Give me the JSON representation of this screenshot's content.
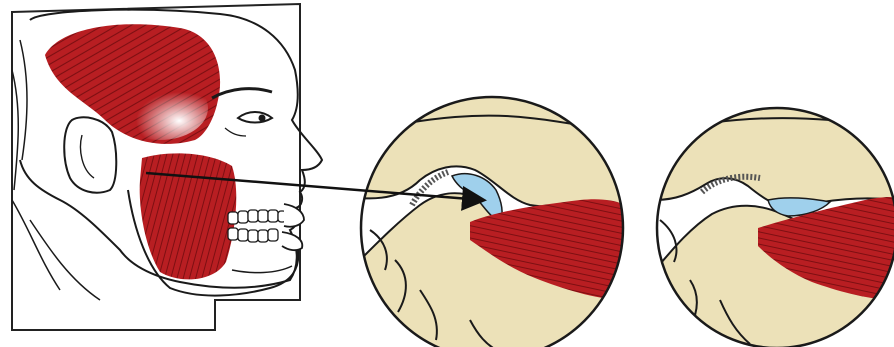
{
  "figure": {
    "panels": [
      {
        "id": "head-profile",
        "subject": "head-profile"
      },
      {
        "id": "joint-closed",
        "subject": "temporomandibular-joint"
      },
      {
        "id": "joint-open",
        "subject": "temporomandibular-joint"
      }
    ],
    "icons": [
      "head-profile-icon",
      "temporalis-muscle-icon",
      "masseter-muscle-icon",
      "tmj-disc-icon",
      "pointer-arrow-icon"
    ],
    "colors": {
      "muscle": "#b81e22",
      "muscle_dark": "#7d0f12",
      "bone": "#ece1b8",
      "disc": "#9fd0ec",
      "outline": "#1a1a1a",
      "background": "#ffffff"
    }
  }
}
